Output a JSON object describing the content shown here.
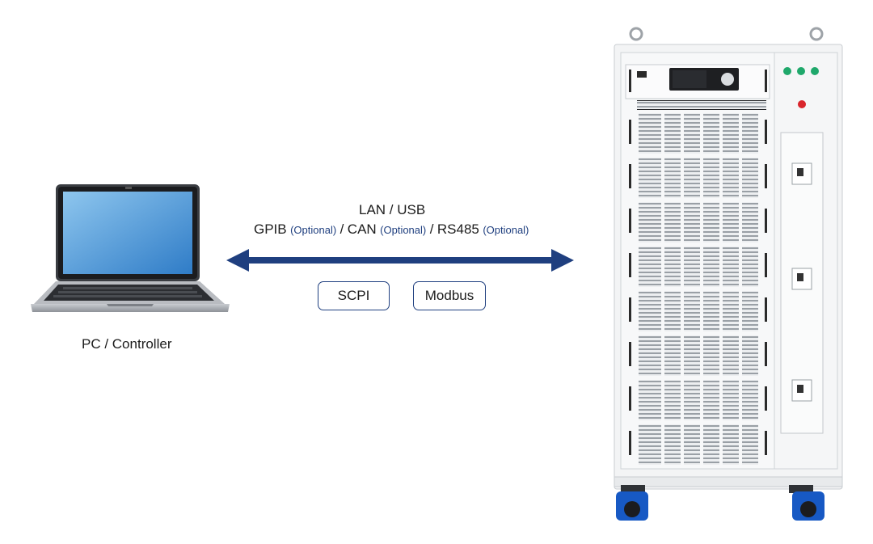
{
  "pc": {
    "caption": "PC / Controller"
  },
  "link": {
    "line1": "LAN / USB",
    "gpib": "GPIB",
    "can": "CAN",
    "rs485": "RS485",
    "optional": "(Optional)",
    "sep": "/"
  },
  "protocols": [
    {
      "label": "SCPI"
    },
    {
      "label": "Modbus"
    }
  ],
  "colors": {
    "accent": "#1f3f7f",
    "text": "#1c1c1c"
  }
}
